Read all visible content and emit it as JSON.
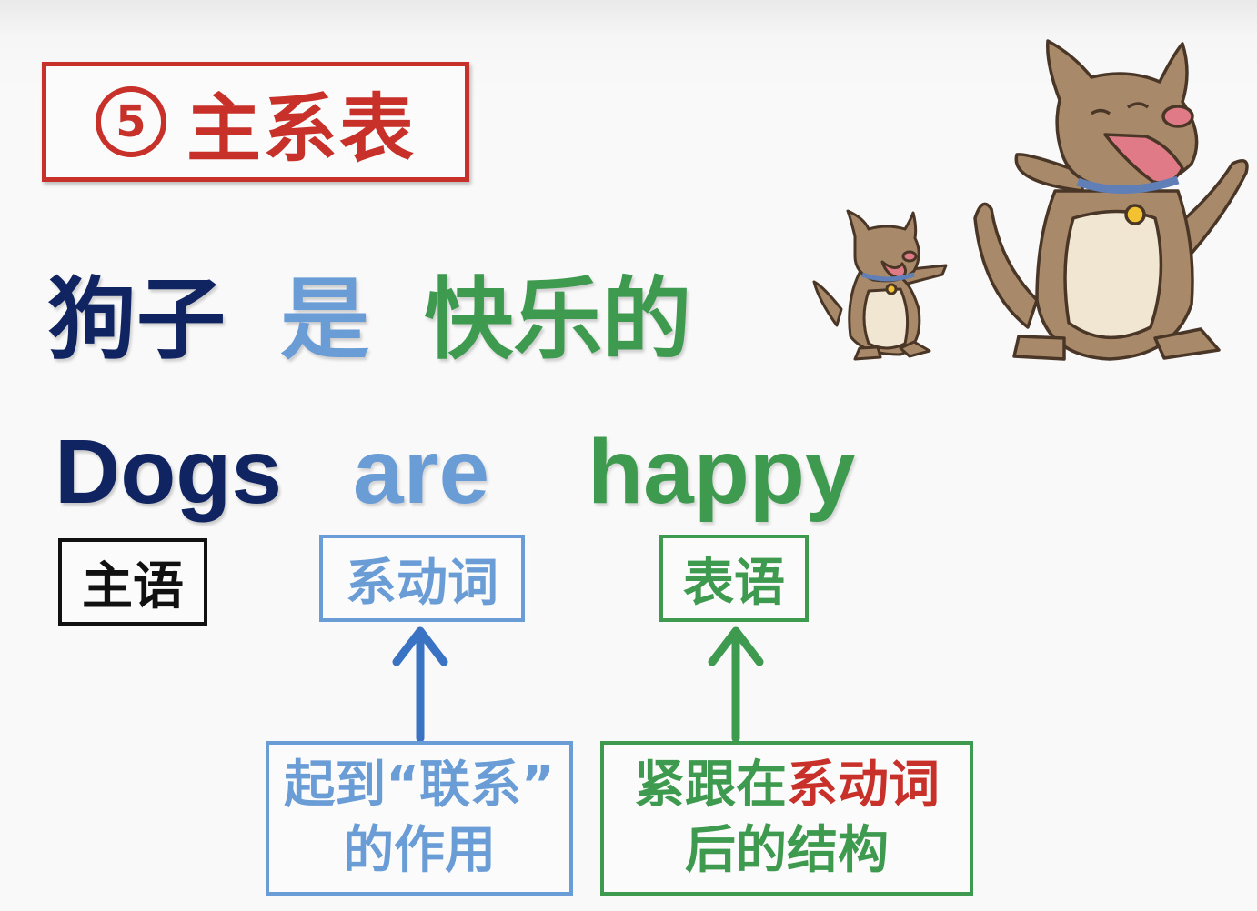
{
  "title": {
    "number": "5",
    "text": "主系表"
  },
  "chinese_sentence": {
    "subject": "狗子",
    "verb": "是",
    "predicative": "快乐的"
  },
  "english_sentence": {
    "subject": "Dogs",
    "verb": "are",
    "predicative": "happy"
  },
  "labels": {
    "subject": "主语",
    "linking_verb": "系动词",
    "predicative": "表语"
  },
  "notes": {
    "linking_verb": {
      "line1": "起到“联系”",
      "line2": "的作用"
    },
    "predicative": {
      "line1_part1": "紧跟在",
      "line1_part2": "系动词",
      "line2": "后的结构"
    }
  },
  "colors": {
    "red": "#c8302a",
    "navy": "#0f2461",
    "blue": "#6a9cd6",
    "green": "#3e9a4f",
    "dog_fur": "#a88a6a"
  },
  "icons": [
    "small-cartoon-dog-icon",
    "large-cartoon-dog-icon",
    "up-arrow-icon"
  ]
}
